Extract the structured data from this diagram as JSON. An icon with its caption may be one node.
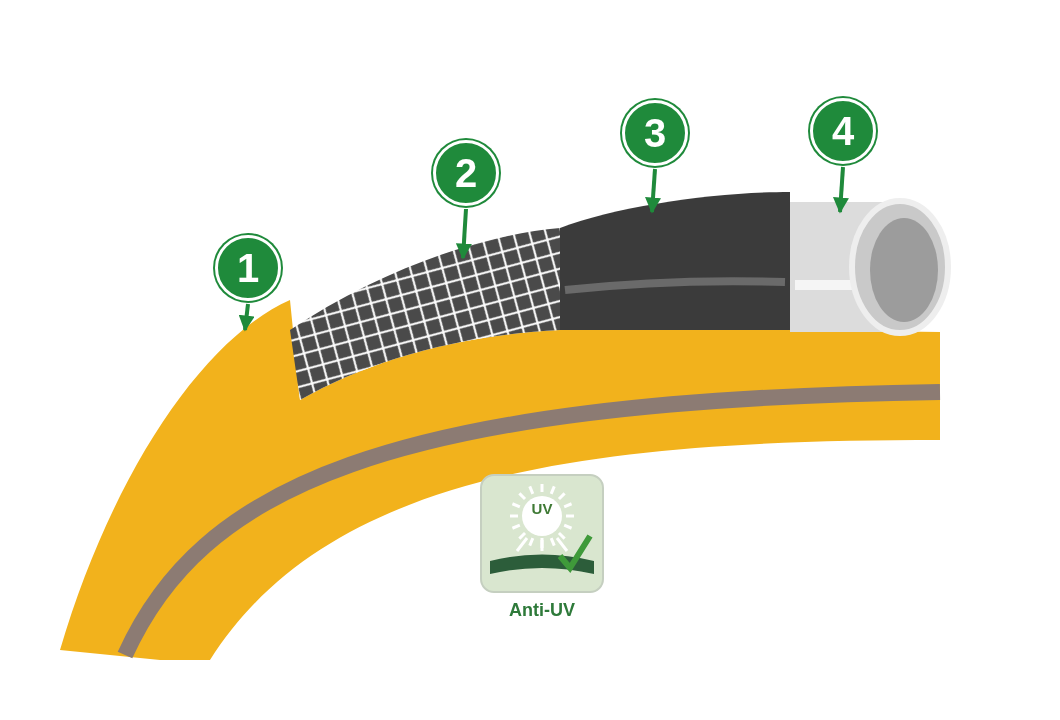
{
  "diagram": {
    "nodes": [
      {
        "text": [
          "1"
        ]
      },
      {
        "text": [],
        "shape": "picture"
      },
      {
        "text": [
          "2"
        ]
      },
      {
        "text": [],
        "shape": "picture"
      },
      {
        "text": [
          "3"
        ]
      },
      {
        "text": [],
        "shape": "picture"
      },
      {
        "text": [
          "4"
        ]
      },
      {
        "text": [],
        "shape": "picture"
      },
      {
        "text": [
          "UV"
        ],
        "beside": [
          "Anti-UV"
        ]
      }
    ],
    "edges": [
      {
        "from": 0,
        "to": 1,
        "arrow": "to"
      },
      {
        "from": 2,
        "to": 3,
        "arrow": "to"
      },
      {
        "from": 4,
        "to": 5,
        "arrow": "to"
      },
      {
        "from": 6,
        "to": 7,
        "arrow": "to"
      }
    ]
  }
}
